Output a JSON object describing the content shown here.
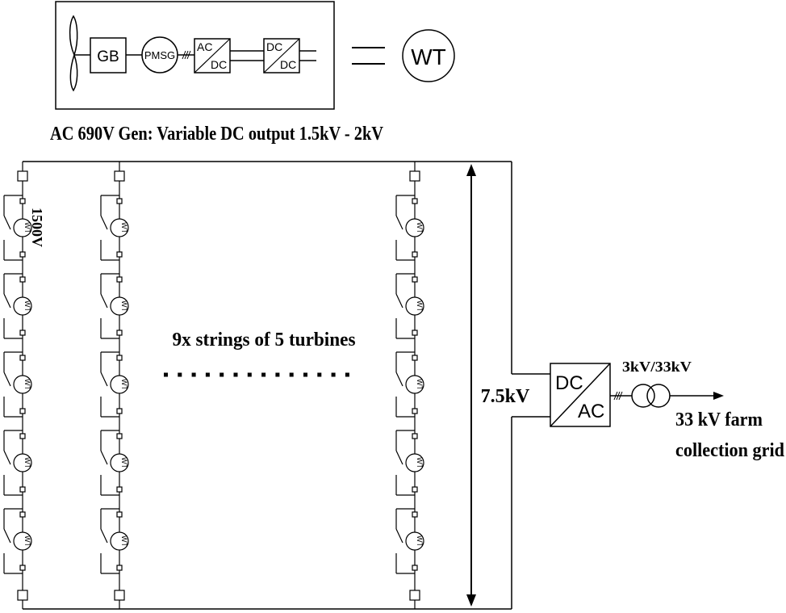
{
  "legend": {
    "gb_label": "GB",
    "pmsg_label": "PMSG",
    "acdc_top": "AC",
    "acdc_bottom": "DC",
    "dcdc_top": "DC",
    "dcdc_bottom": "DC",
    "equivalent_symbol_label": "WT",
    "caption": "AC 690V Gen: Variable DC output 1.5kV - 2kV"
  },
  "array": {
    "string_voltage_label": "1500V",
    "turbine_label": "WT",
    "strings_caption": "9x strings of 5 turbines",
    "total_voltage_label": "7.5kV",
    "turbines_per_string": 5,
    "strings_drawn": 3
  },
  "converter": {
    "top_label": "DC",
    "bottom_label": "AC"
  },
  "transformer": {
    "label": "3kV/33kV"
  },
  "output": {
    "line1": "33 kV farm",
    "line2": "collection grid"
  }
}
